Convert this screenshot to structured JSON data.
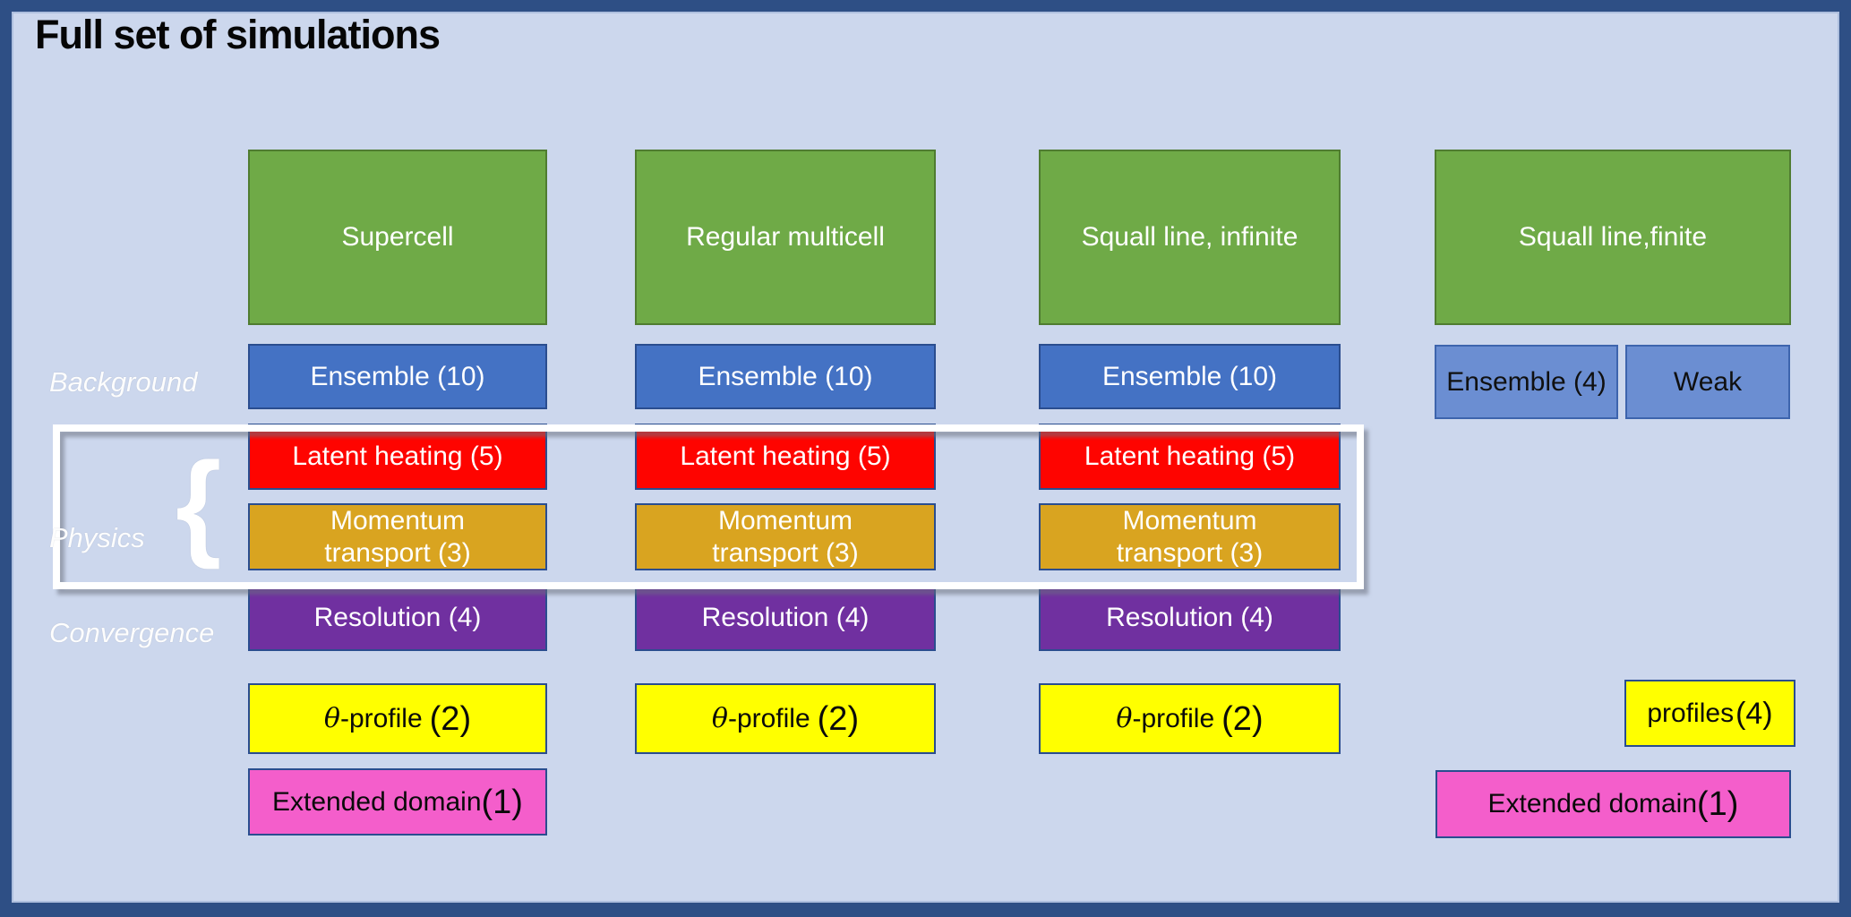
{
  "title": "Full set of simulations",
  "side_labels": {
    "background": "Background",
    "physics": "Physics",
    "brace": "{",
    "convergence": "Convergence"
  },
  "columns": [
    {
      "header": "Supercell",
      "ensemble": "Ensemble (10)",
      "latent_heating": "Latent heating (5)",
      "momentum_transport": "Momentum transport (3)",
      "resolution": "Resolution (4)",
      "theta_label": "θ-profile",
      "theta_count": "(2)",
      "extended_label": "Extended domain",
      "extended_count": "(1)"
    },
    {
      "header": "Regular multicell",
      "ensemble": "Ensemble (10)",
      "latent_heating": "Latent heating (5)",
      "momentum_transport": "Momentum transport (3)",
      "resolution": "Resolution (4)",
      "theta_label": "θ-profile",
      "theta_count": "(2)"
    },
    {
      "header": "Squall line, infinite",
      "ensemble": "Ensemble (10)",
      "latent_heating": "Latent heating (5)",
      "momentum_transport": "Momentum transport (3)",
      "resolution": "Resolution (4)",
      "theta_label": "θ-profile",
      "theta_count": "(2)"
    },
    {
      "header": "Squall line,finite",
      "ensemble": "Ensemble (4)",
      "weak": "Weak",
      "profiles_label": "profiles",
      "profiles_count": "(4)",
      "extended_label": "Extended domain",
      "extended_count": "(1)"
    }
  ],
  "colors": {
    "canvas_border": "#2e4f85",
    "canvas_background": "#ccd7ed",
    "green": "#6faa47",
    "blue": "#4472c4",
    "blue_light": "#6b8ed2",
    "red": "#fe0400",
    "gold": "#d9a420",
    "purple": "#7030a0",
    "yellow": "#ffff00",
    "pink": "#f45ecb",
    "physics_outline": "#ffffff"
  }
}
